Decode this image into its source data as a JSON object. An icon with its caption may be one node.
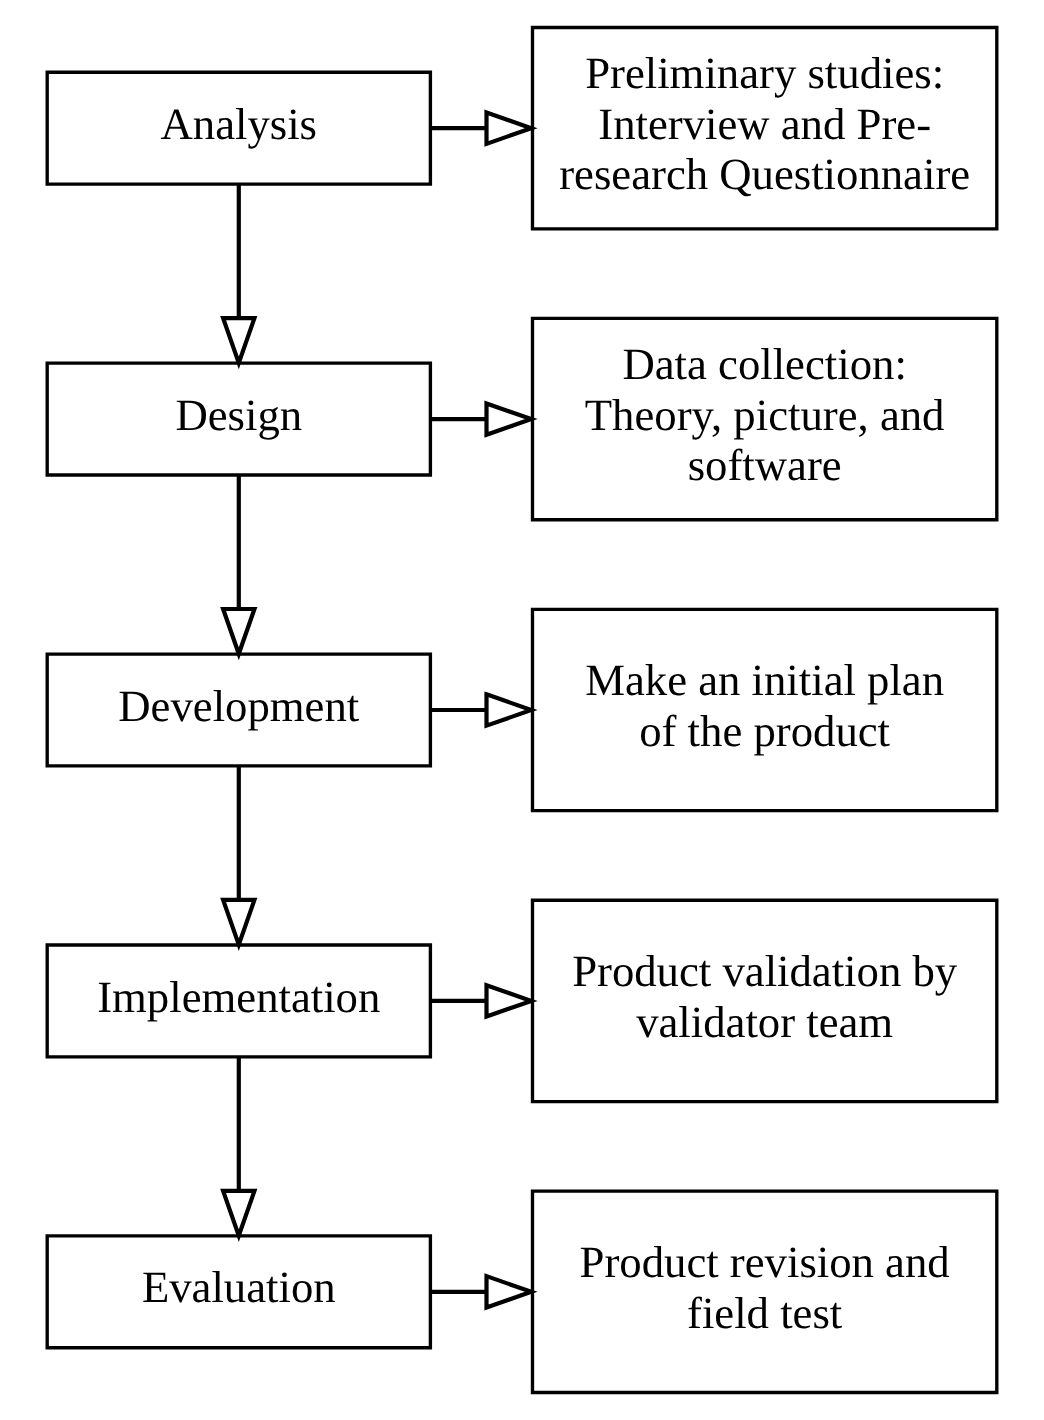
{
  "diagram": {
    "nodes": [
      {
        "text": [
          "Analysis"
        ]
      },
      {
        "text": [
          "Preliminary studies: Interview and Pre-research Questionnaire"
        ]
      },
      {
        "text": [
          "Design"
        ]
      },
      {
        "text": [
          "Data collection: Theory, picture, and software"
        ]
      },
      {
        "text": [
          "Development"
        ]
      },
      {
        "text": [
          "Make an initial plan of the product"
        ]
      },
      {
        "text": [
          "Implementation"
        ]
      },
      {
        "text": [
          "Product validation by validator team"
        ]
      },
      {
        "text": [
          "Evaluation"
        ]
      },
      {
        "text": [
          "Product revision and field test"
        ]
      }
    ],
    "edges": [
      {
        "from": 0,
        "to": 1,
        "arrow": "to"
      },
      {
        "from": 0,
        "to": 2,
        "arrow": "to"
      },
      {
        "from": 2,
        "to": 3,
        "arrow": "to"
      },
      {
        "from": 2,
        "to": 4,
        "arrow": "to"
      },
      {
        "from": 4,
        "to": 5,
        "arrow": "to"
      },
      {
        "from": 4,
        "to": 6,
        "arrow": "to"
      },
      {
        "from": 6,
        "to": 7,
        "arrow": "to"
      },
      {
        "from": 6,
        "to": 8,
        "arrow": "to"
      },
      {
        "from": 8,
        "to": 9,
        "arrow": "to"
      }
    ]
  }
}
